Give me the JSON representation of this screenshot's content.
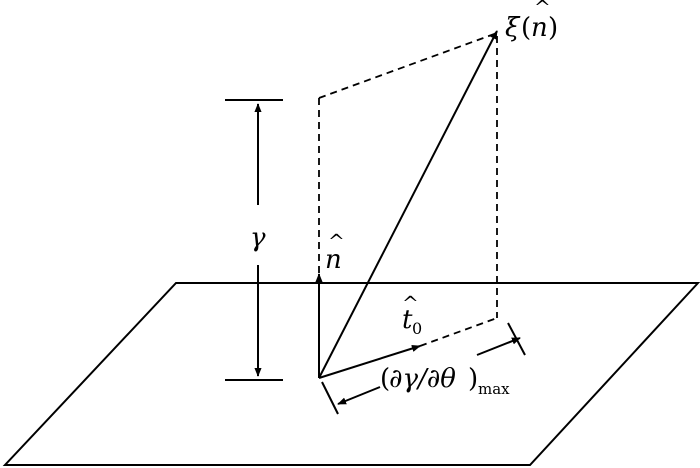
{
  "labels": {
    "xi": "ξ",
    "xi_open": "(",
    "xi_n": "n",
    "xi_close": ")",
    "gamma": "γ",
    "n_hat": "n",
    "hat_mark": "^",
    "t_hat": "t",
    "t_sub": "0",
    "deriv_open": "(",
    "deriv_expr": "∂γ/∂θ",
    "deriv_close": ")",
    "deriv_sub": "max"
  },
  "colors": {
    "ink": "#000000",
    "background": "#ffffff"
  }
}
